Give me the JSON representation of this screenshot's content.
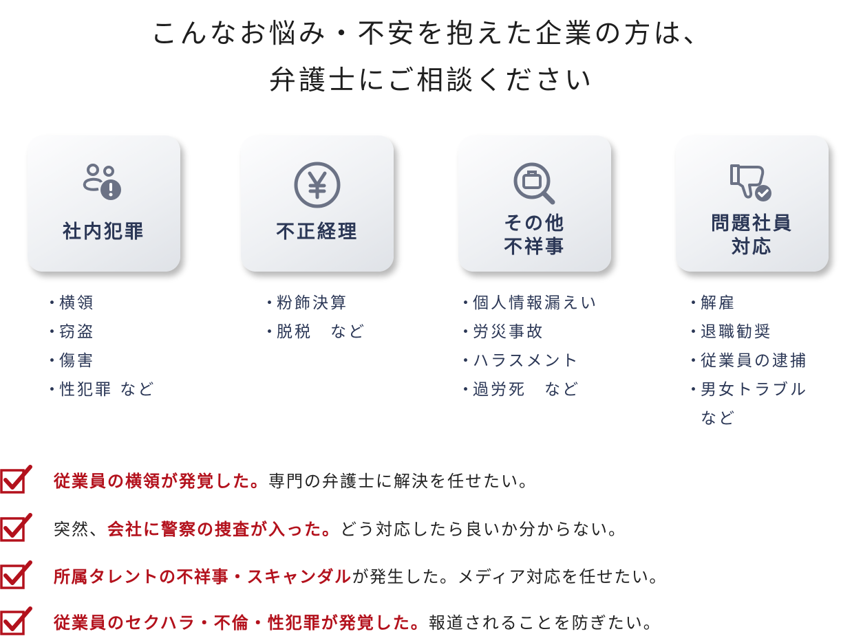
{
  "headline": {
    "line1": "こんなお悩み・不安を抱えた企業の方は、",
    "line2": "弁護士にご相談ください"
  },
  "colors": {
    "navy": "#2b3756",
    "icon_gray": "#6b7285",
    "red": "#b3111c"
  },
  "cards": [
    {
      "title": "社内犯罪",
      "icon": "persons-alert-icon",
      "items": [
        "横領",
        "窃盗",
        "傷害",
        "性犯罪 など"
      ]
    },
    {
      "title": "不正経理",
      "icon": "yen-circle-icon",
      "items": [
        "粉飾決算",
        "脱税　など"
      ]
    },
    {
      "title": "その他\n不祥事",
      "icon": "briefcase-search-icon",
      "items": [
        "個人情報漏えい",
        "労災事故",
        "ハラスメント",
        "過労死　など"
      ]
    },
    {
      "title": "問題社員\n対応",
      "icon": "thumbs-down-check-icon",
      "items": [
        "解雇",
        "退職勧奨",
        "従業員の逮捕",
        "男女トラブル"
      ],
      "continuation": "など"
    }
  ],
  "concerns": [
    {
      "highlight": "従業員の横領が発覚した。",
      "rest": "専門の弁護士に解決を任せたい。"
    },
    {
      "prefix": "突然、",
      "highlight": "会社に警察の捜査が入った。",
      "rest": "どう対応したら良いか分からない。"
    },
    {
      "highlight": "所属タレントの不祥事・スキャンダル",
      "rest": "が発生した。メディア対応を任せたい。"
    },
    {
      "highlight": "従業員のセクハラ・不倫・性犯罪が発覚した。",
      "rest": "報道されることを防ぎたい。"
    }
  ]
}
